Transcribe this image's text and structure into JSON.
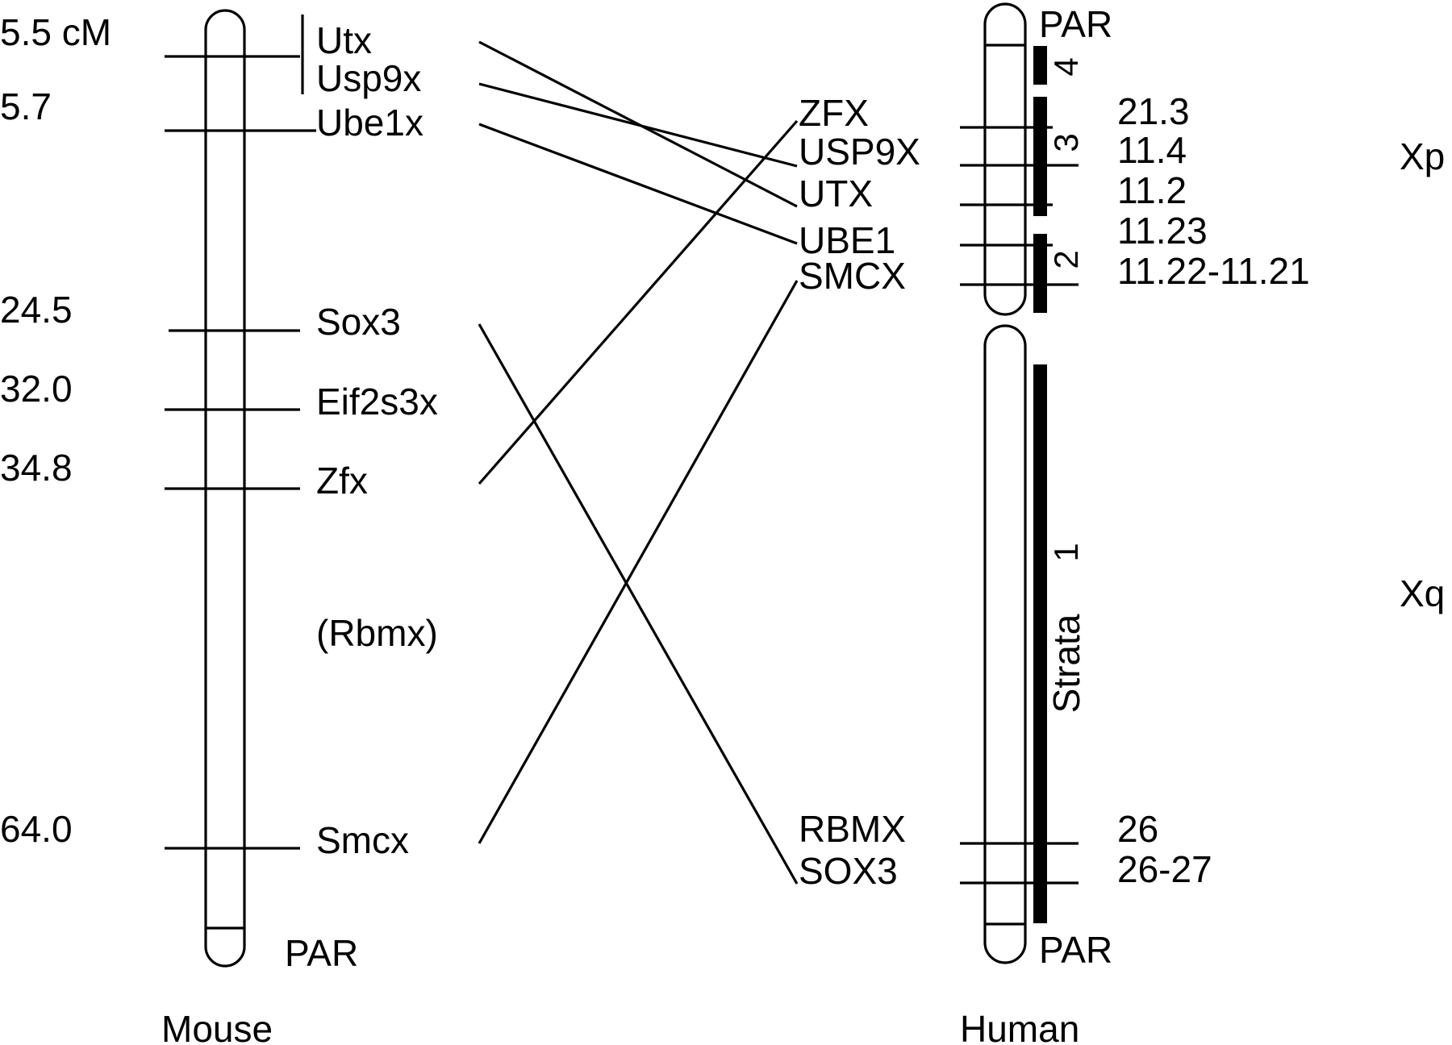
{
  "colors": {
    "ink": "#000000",
    "background": "#ffffff"
  },
  "species": {
    "mouse": "Mouse",
    "human": "Human"
  },
  "mouse": {
    "cm_labels": [
      "5.5 cM",
      "5.7",
      "24.5",
      "32.0",
      "34.8",
      "64.0"
    ],
    "genes": {
      "utx": "Utx",
      "usp9x": "Usp9x",
      "ube1x": "Ube1x",
      "sox3": "Sox3",
      "eif2s3x": "Eif2s3x",
      "zfx": "Zfx",
      "rbmx": "(Rbmx)",
      "smcx": "Smcx"
    },
    "par": "PAR"
  },
  "human": {
    "genes": {
      "zfx": "ZFX",
      "usp9x": "USP9X",
      "utx": "UTX",
      "ube1": "UBE1",
      "smcx": "SMCX",
      "rbmx": "RBMX",
      "sox3": "SOX3"
    },
    "par_top": "PAR",
    "par_bottom": "PAR",
    "bands": [
      "21.3",
      "11.4",
      "11.2",
      "11.23",
      "11.22-11.21",
      "26",
      "26-27"
    ],
    "strata": {
      "s4": "4",
      "s3": "3",
      "s2": "2",
      "s1": "1",
      "title": "Strata"
    },
    "arms": {
      "p": "Xp",
      "q": "Xq"
    }
  }
}
